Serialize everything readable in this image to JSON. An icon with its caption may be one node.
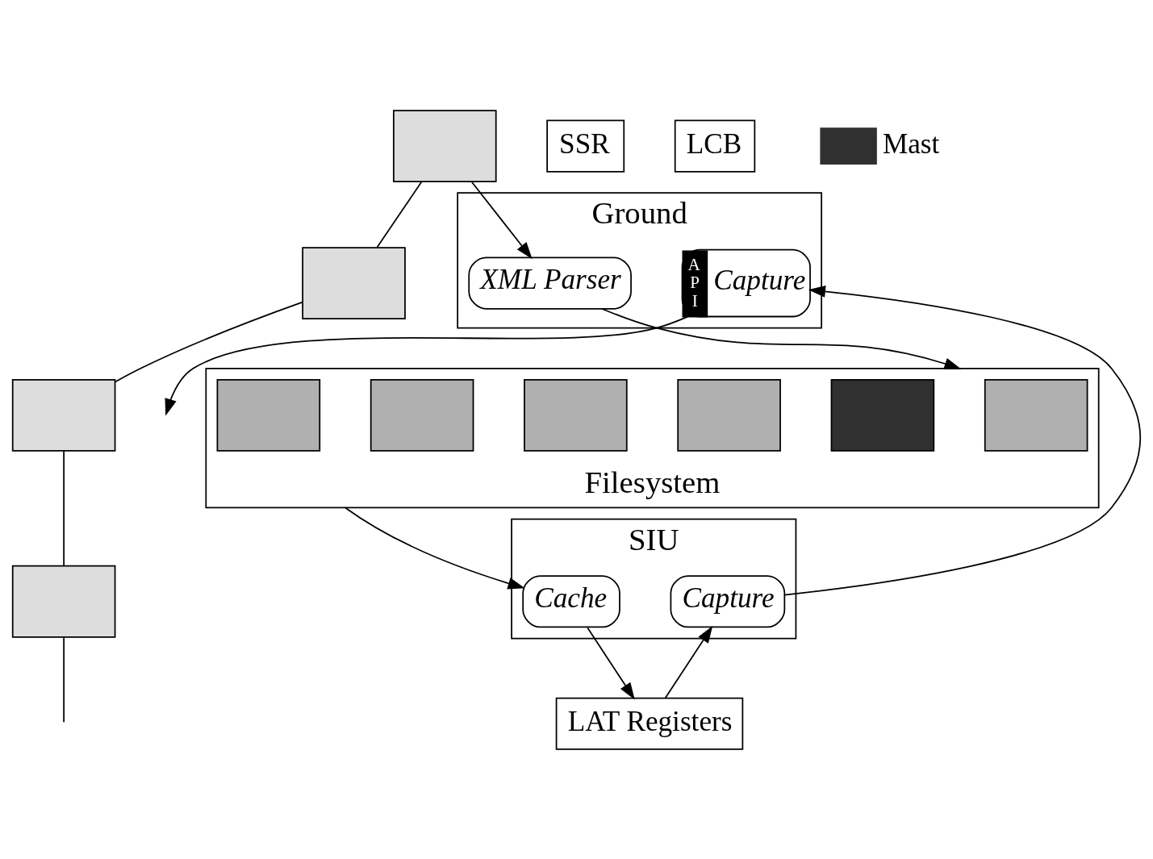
{
  "diagram": {
    "nodes": [
      {
        "text": [
          "SSR"
        ]
      },
      {
        "text": [
          "Ground"
        ]
      },
      {
        "text": [
          "SIU"
        ]
      },
      {
        "text": [
          "LAT Registers"
        ]
      },
      {
        "text": [
          "A P I",
          "Capture"
        ],
        "in": 1
      },
      {
        "text": [
          "Capture"
        ],
        "in": 2
      },
      {
        "text": [
          "XML Parser"
        ],
        "in": 1
      },
      {
        "text": [
          "Cache"
        ],
        "in": 2
      },
      {
        "text": [
          "Filesystem"
        ]
      },
      {
        "text": [],
        "shape": "box",
        "in": 8
      },
      {
        "text": [],
        "shape": "box",
        "in": 8
      },
      {
        "text": [],
        "shape": "box",
        "in": 8
      },
      {
        "text": [],
        "shape": "box",
        "in": 8
      },
      {
        "text": [],
        "shape": "box",
        "in": 8
      },
      {
        "text": [],
        "shape": "box",
        "in": 8
      },
      {
        "text": [
          "LCB"
        ]
      },
      {
        "text": [],
        "shape": "box"
      },
      {
        "text": [],
        "shape": "box"
      },
      {
        "text": [],
        "shape": "box"
      },
      {
        "text": [],
        "shape": "box"
      }
    ],
    "edges": [
      {
        "from": 4,
        "to": null,
        "arrow": "to"
      },
      {
        "from": 5,
        "to": 4,
        "arrow": "to"
      },
      {
        "from": 16,
        "to": 6,
        "arrow": "to"
      },
      {
        "from": 16,
        "to": 17,
        "arrow": "none"
      },
      {
        "from": 17,
        "to": 18,
        "arrow": "none"
      },
      {
        "from": 18,
        "to": 19,
        "arrow": "none"
      },
      {
        "from": 19,
        "to": null,
        "arrow": "none"
      },
      {
        "from": 6,
        "to": 8,
        "arrow": "to"
      },
      {
        "from": 8,
        "to": 7,
        "arrow": "to"
      },
      {
        "from": 3,
        "to": 5,
        "arrow": "to"
      },
      {
        "from": 7,
        "to": 3,
        "arrow": "to"
      }
    ],
    "legend": [
      {
        "text": "Mast"
      }
    ]
  }
}
